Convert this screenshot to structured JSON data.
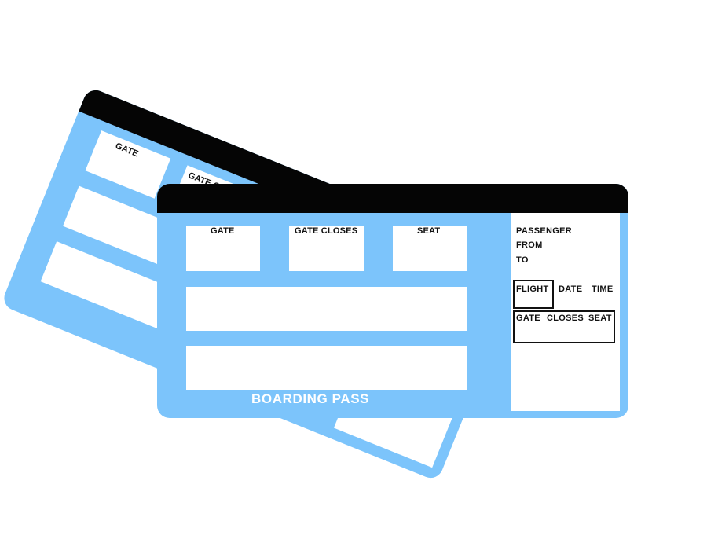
{
  "back_ticket": {
    "gate_label": "GATE",
    "gate_closes_label": "GATE CLOSES"
  },
  "front_ticket": {
    "gate_label": "GATE",
    "gate_closes_label": "GATE CLOSES",
    "seat_label": "SEAT",
    "title": "BOARDING PASS",
    "stub": {
      "passenger_label": "PASSENGER",
      "from_label": "FROM",
      "to_label": "TO",
      "flight_label": "FLIGHT",
      "date_label": "DATE",
      "time_label": "TIME",
      "gate_label": "GATE",
      "closes_label": "CLOSES",
      "seat_label": "SEAT"
    }
  },
  "colors": {
    "ticket_fill": "#7cc4fb",
    "top_bar": "#050505",
    "field_fill": "#ffffff"
  }
}
